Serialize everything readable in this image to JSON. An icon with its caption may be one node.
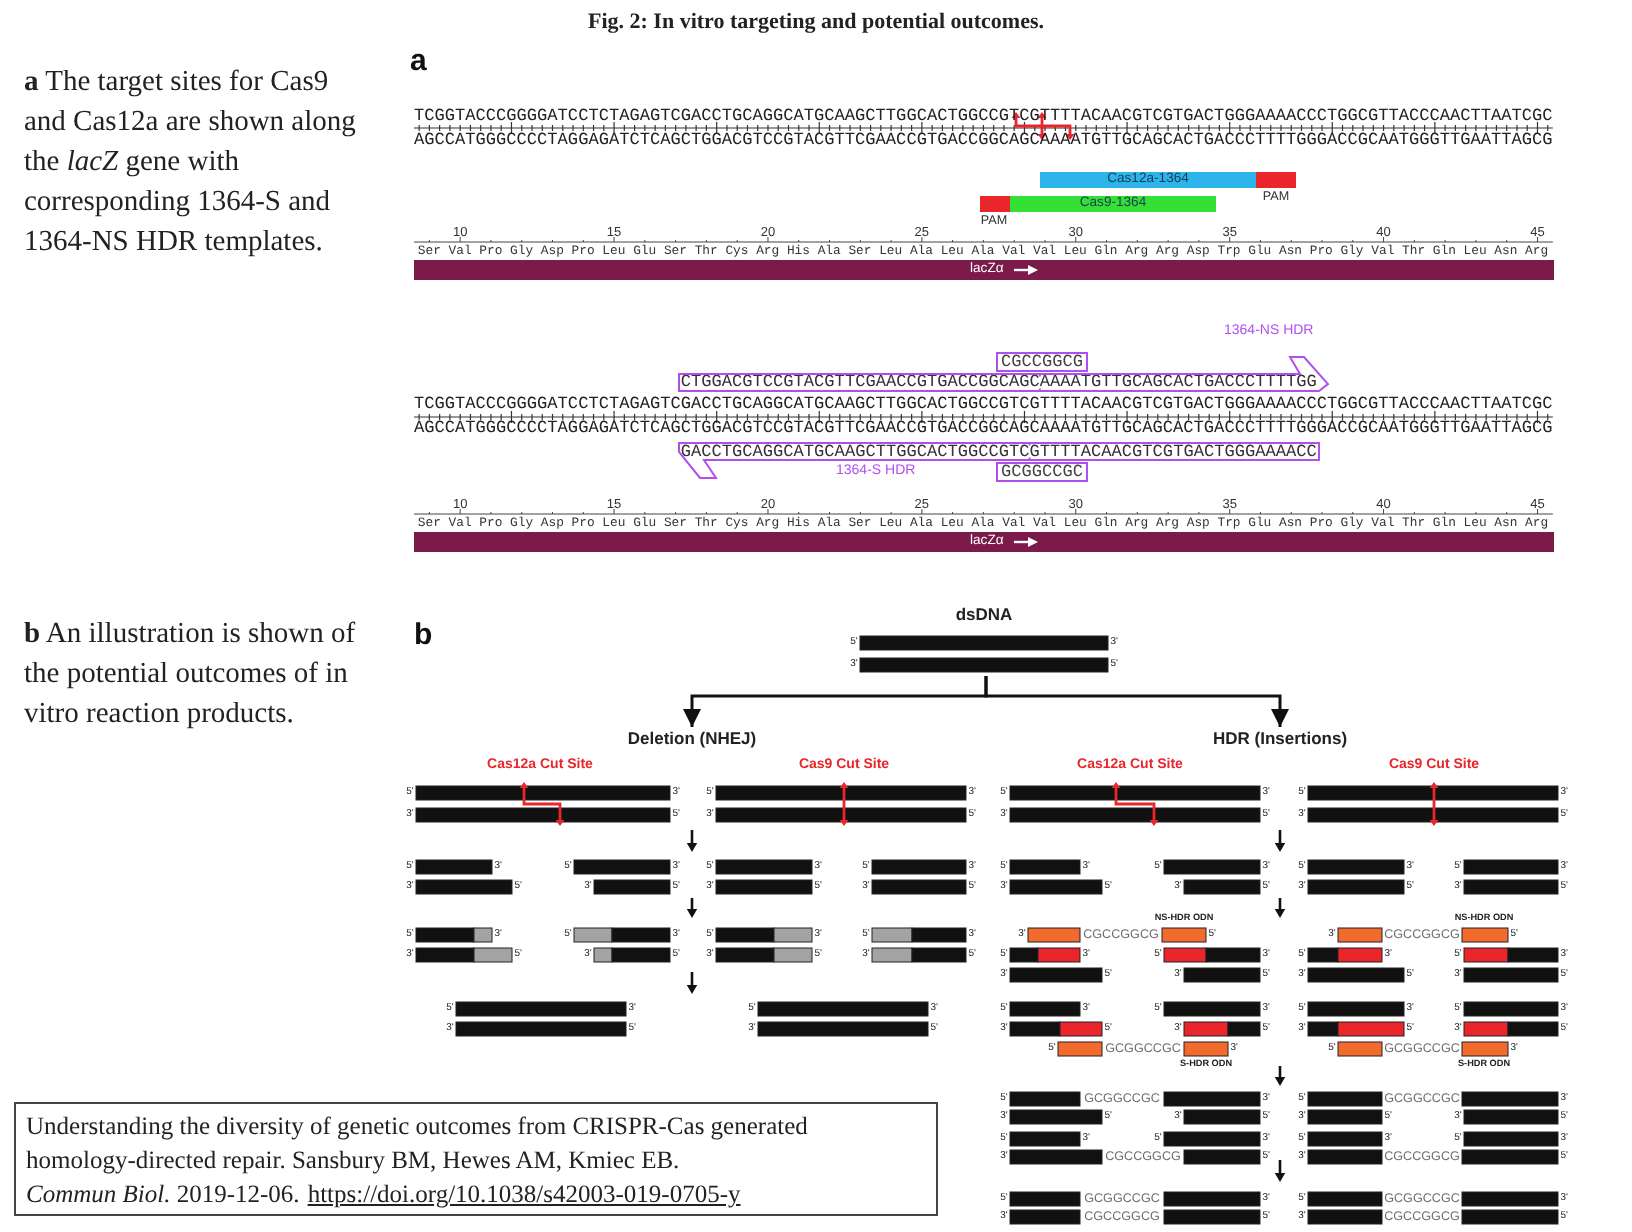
{
  "diagram": {
    "title": "Fig. 2: In vitro targeting and potential outcomes.",
    "nodes": [
      {
        "text": [
          "Cas12a-1364"
        ]
      },
      {
        "text": [],
        "shape": "bar",
        "beside": [
          "PAM"
        ]
      },
      {
        "text": [],
        "shape": "bar",
        "beside": [
          "PAM"
        ]
      },
      {
        "text": [
          "Cas9-1364"
        ]
      },
      {
        "text": [
          "lacZα"
        ]
      },
      {
        "text": [
          "CGCCGGCG"
        ]
      },
      {
        "text": [
          "CTGGACGTCCGTACGTTCGAACCGTGACCGGCAGCAAAATGTTGCAGCACTGACCCTTTTGG"
        ],
        "beside": [
          "1364-NS HDR"
        ]
      },
      {
        "text": [
          "GACCTGCAGGCATGCAAGCTTGGCACTGGCCGTCGTTTTACAACGTCGTGACTGGGAAAACC"
        ],
        "beside": [
          "1364-S HDR"
        ]
      },
      {
        "text": [
          "GCGGCCGC"
        ]
      },
      {
        "text": [
          "lacZα"
        ]
      },
      {
        "text": [
          "dsDNA"
        ]
      },
      {
        "text": [
          "Deletion (NHEJ)"
        ]
      },
      {
        "text": [
          "HDR (Insertions)"
        ]
      }
    ],
    "edges": [
      {
        "from": 10,
        "to": 11,
        "arrow": "to"
      },
      {
        "from": 10,
        "to": 12,
        "arrow": "to"
      }
    ],
    "labels": [
      "**a** The target sites for Cas9 and Cas12a are shown along the *lacZ* gene with corresponding 1364-S and 1364-NS HDR templates.",
      "**b** An illustration is shown of the potential outcomes of in vitro reaction products.",
      "Understanding the diversity of genetic outcomes from CRISPR-Cas generated homology-directed repair. Sansbury BM, Hewes AM, Kmiec EB.",
      "*Commun Biol.* 2019-12-06.",
      "https://doi.org/10.1038/s42003-019-0705-y",
      "a",
      "TCGGTACCCGGGGATCCTCTAGAGTCGACCTGCAGGCATGCAAGCTTGGCACTGGCCGTCGTTTTACAACGTCGTGACTGGGAAAACCCTGGCGTTACCCAACTTAATCGC",
      "AGCCATGGGCCCCTAGGAGATCTCAGCTGGACGTCCGTACGTTCGAACCGTGACCGGCAGCAAAATGTTGCAGCACTGACCCTTTTGGGACCGCAATGGGTTGAATTAGCG",
      "10",
      "15",
      "20",
      "25",
      "30",
      "35",
      "40",
      "45",
      "Ser Val Pro Gly Asp Pro Leu Glu Ser Thr Cys Arg His Ala Ser Leu Ala Leu Ala Val Val Leu Gln Arg Arg Asp Trp Glu Asn Pro Gly Val Thr Gln Leu Asn Arg",
      "TCGGTACCCGGGGATCCTCTAGAGTCGACCTGCAGGCATGCAAGCTTGGCACTGGCCGTCGTTTTACAACGTCGTGACTGGGAAAACCCTGGCGTTACCCAACTTAATCGC",
      "AGCCATGGGCCCCTAGGAGATCTCAGCTGGACGTCCGTACGTTCGAACCGTGACCGGCAGCAAAATGTTGCAGCACTGACCCTTTTGGGACCGCAATGGGTTGAATTAGCG",
      "10",
      "15",
      "20",
      "25",
      "30",
      "35",
      "40",
      "45",
      "Ser Val Pro Gly Asp Pro Leu Glu Ser Thr Cys Arg His Ala Ser Leu Ala Leu Ala Val Val Leu Gln Arg Arg Asp Trp Glu Asn Pro Gly Val Thr Gln Leu Asn Arg",
      "b",
      "5'",
      "3'",
      "3'",
      "5'",
      "Cas12a Cut Site",
      "Cas9 Cut Site",
      "Cas12a Cut Site",
      "Cas9 Cut Site",
      "5'",
      "3'",
      "5'",
      "3'",
      "5'",
      "3'",
      "5'",
      "3'",
      "3'",
      "5'",
      "3'",
      "5'",
      "3'",
      "5'",
      "3'",
      "5'",
      "5'",
      "3'",
      "5'",
      "3'",
      "5'",
      "3'",
      "5'",
      "3'",
      "5'",
      "3'",
      "5'",
      "3'",
      "5'",
      "3'",
      "5'",
      "3'",
      "3'",
      "5'",
      "3'",
      "5'",
      "3'",
      "5'",
      "3'",
      "5'",
      "3'",
      "5'",
      "3'",
      "5'",
      "3'",
      "5'",
      "3'",
      "5'",
      "5'",
      "3'",
      "5'",
      "3'",
      "5'",
      "3'",
      "5'",
      "3'",
      "3'",
      "CGCCGGCG",
      "5'",
      "NS-HDR ODN",
      "3'",
      "CGCCGGCG",
      "5'",
      "NS-HDR ODN",
      "3'",
      "5'",
      "3'",
      "5'",
      "3'",
      "5'",
      "3'",
      "5'",
      "5'",
      "3'",
      "5'",
      "3'",
      "5'",
      "3'",
      "5'",
      "3'",
      "3'",
      "5'",
      "3'",
      "5'",
      "3'",
      "5'",
      "3'",
      "5'",
      "5'",
      "3'",
      "5'",
      "3'",
      "5'",
      "3'",
      "5'",
      "3'",
      "5'",
      "3'",
      "5'",
      "3'",
      "3'",
      "5'",
      "3'",
      "5'",
      "3'",
      "5'",
      "3'",
      "5'",
      "3'",
      "5'",
      "3'",
      "5'",
      "5'",
      "GCGGCCGC",
      "3'",
      "S-HDR ODN",
      "5'",
      "GCGGCCGC",
      "3'",
      "S-HDR ODN",
      "5'",
      "GCGGCCGC",
      "3'",
      "5'",
      "GCGGCCGC",
      "3'",
      "3'",
      "5'",
      "3'",
      "5'",
      "3'",
      "5'",
      "3'",
      "5'",
      "5'",
      "3'",
      "5'",
      "3'",
      "5'",
      "3'",
      "5'",
      "3'",
      "3'",
      "CGCCGGCG",
      "5'",
      "3'",
      "CGCCGGCG",
      "5'",
      "5'",
      "GCGGCCGC",
      "3'",
      "5'",
      "GCGGCCGC",
      "3'",
      "3'",
      "CGCCGGCG",
      "5'",
      "3'",
      "CGCCGGCG",
      "5'"
    ]
  }
}
